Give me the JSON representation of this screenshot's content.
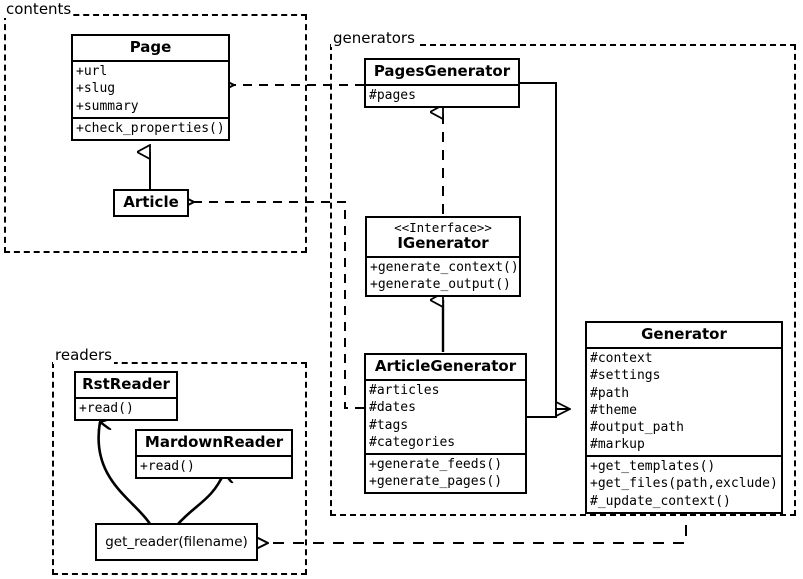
{
  "diagram": {
    "title": "UML class diagram",
    "stroke_color": "#000000",
    "background_color": "#ffffff"
  },
  "packages": [
    {
      "id": "contents",
      "label": "contents"
    },
    {
      "id": "generators",
      "label": "generators"
    },
    {
      "id": "readers",
      "label": "readers"
    }
  ],
  "classes": {
    "page": {
      "name": "Page",
      "attributes": [
        "+url",
        "+slug",
        "+summary"
      ],
      "methods": [
        "+check_properties()"
      ]
    },
    "article": {
      "name": "Article",
      "attributes": [],
      "methods": []
    },
    "pages_generator": {
      "name": "PagesGenerator",
      "attributes": [
        "#pages"
      ],
      "methods": []
    },
    "igenerator": {
      "stereotype": "<<Interface>>",
      "name": "IGenerator",
      "attributes": [],
      "methods": [
        "+generate_context()",
        "+generate_output()"
      ]
    },
    "article_generator": {
      "name": "ArticleGenerator",
      "attributes": [
        "#articles",
        "#dates",
        "#tags",
        "#categories"
      ],
      "methods": [
        "+generate_feeds()",
        "+generate_pages()"
      ]
    },
    "generator": {
      "name": "Generator",
      "attributes": [
        "#context",
        "#settings",
        "#path",
        "#theme",
        "#output_path",
        "#markup"
      ],
      "methods": [
        "+get_templates()",
        "+get_files(path,exclude)",
        "#_update_context()"
      ]
    },
    "rst_reader": {
      "name": "RstReader",
      "attributes": [],
      "methods": [
        "+read()"
      ]
    },
    "markdown_reader": {
      "name": "MardownReader",
      "attributes": [],
      "methods": [
        "+read()"
      ]
    },
    "get_reader": {
      "name": "get_reader(filename)"
    }
  },
  "relationships": [
    {
      "id": "pagesgenerator-uses-page",
      "from": "PagesGenerator",
      "to": "Page",
      "type": "dependency"
    },
    {
      "id": "articlegenerator-uses-article",
      "from": "ArticleGenerator",
      "to": "Article",
      "type": "dependency"
    },
    {
      "id": "article-extends-page",
      "from": "Article",
      "to": "Page",
      "type": "inheritance"
    },
    {
      "id": "pagesgenerator-realizes-igenerator",
      "from": "PagesGenerator",
      "to": "IGenerator",
      "type": "realization"
    },
    {
      "id": "articlegenerator-realizes-igenerator",
      "from": "ArticleGenerator",
      "to": "IGenerator",
      "type": "inheritance"
    },
    {
      "id": "pagesgenerator-extends-generator",
      "from": "PagesGenerator",
      "to": "Generator",
      "type": "inheritance"
    },
    {
      "id": "articlegenerator-extends-generator",
      "from": "ArticleGenerator",
      "to": "Generator",
      "type": "inheritance"
    },
    {
      "id": "generator-uses-getreader",
      "from": "Generator",
      "to": "get_reader",
      "type": "dependency"
    },
    {
      "id": "getreader-creates-rstreader",
      "from": "get_reader",
      "to": "RstReader",
      "type": "creates"
    },
    {
      "id": "getreader-creates-markdownreader",
      "from": "get_reader",
      "to": "MardownReader",
      "type": "creates"
    }
  ]
}
